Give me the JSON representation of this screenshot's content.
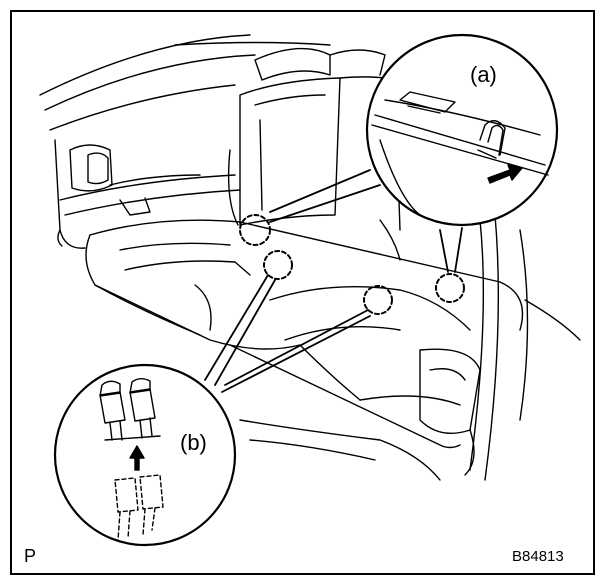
{
  "diagram": {
    "callout_a_label": "(a)",
    "callout_b_label": "(b)",
    "corner_label": "P",
    "figure_id": "B84813"
  },
  "colors": {
    "line": "#000000",
    "background": "#ffffff"
  }
}
